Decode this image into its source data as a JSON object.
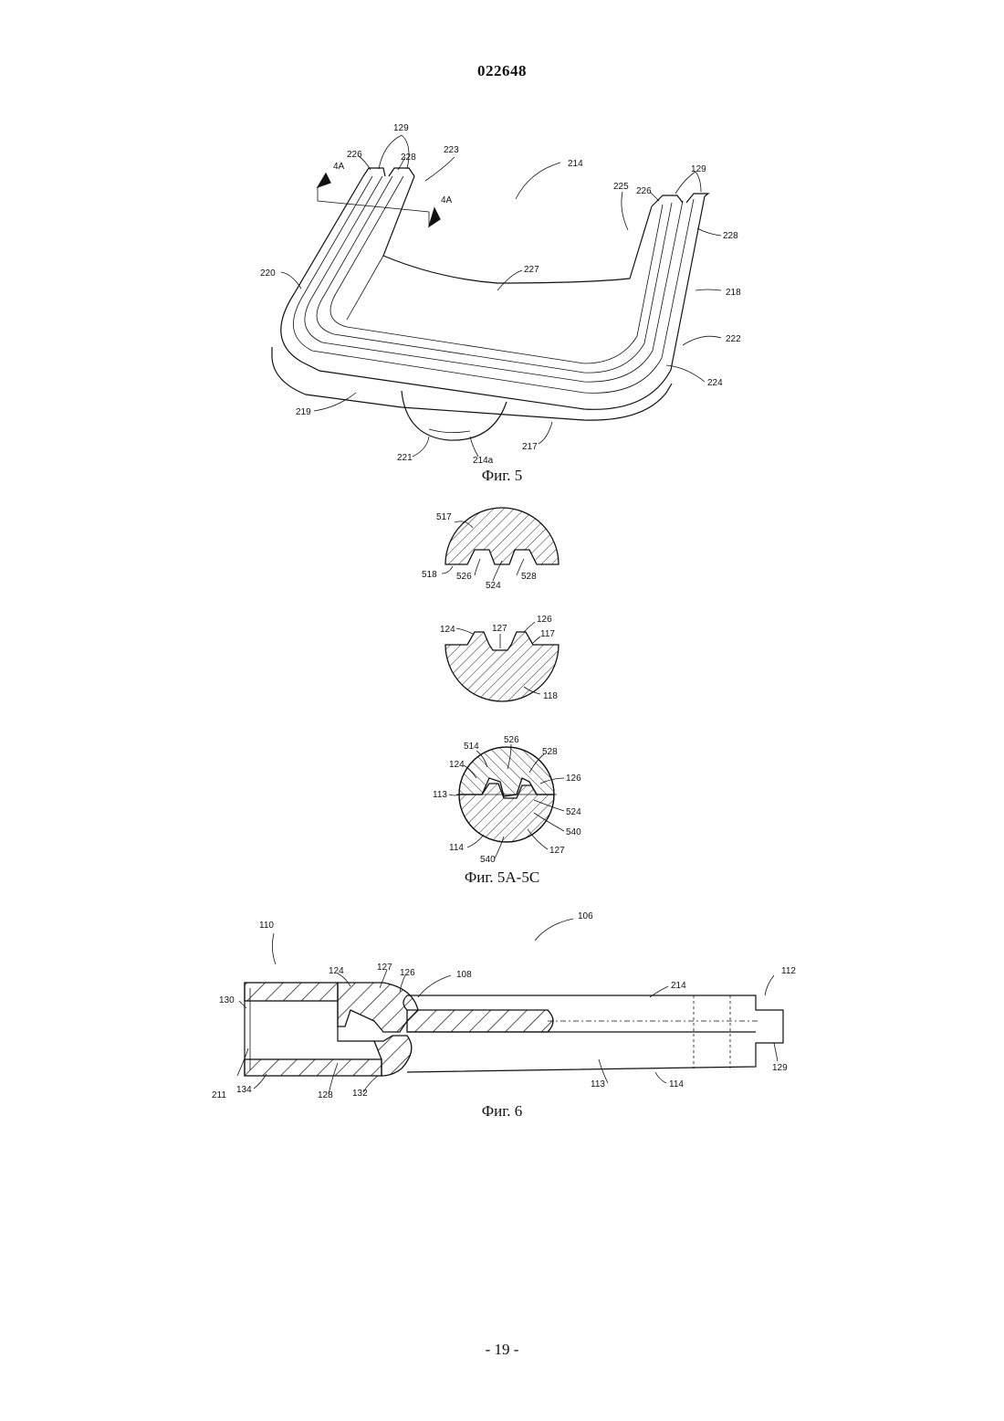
{
  "header": {
    "doc_number": "022648"
  },
  "figures": {
    "fig5": {
      "caption": "Фиг. 5",
      "labels": {
        "l129a": "129",
        "l226a": "226",
        "l228a": "228",
        "l223": "223",
        "l4a1": "4A",
        "l4a2": "4A",
        "l214": "214",
        "l225": "225",
        "l129b": "129",
        "l226b": "226",
        "l228b": "228",
        "l220": "220",
        "l227": "227",
        "l218": "218",
        "l222": "222",
        "l224": "224",
        "l219": "219",
        "l221": "221",
        "l214a": "214a",
        "l217": "217"
      }
    },
    "fig5a5c": {
      "caption": "Фиг. 5А-5С",
      "labels": {
        "l517": "517",
        "l518": "518",
        "l526a": "526",
        "l524a": "524",
        "l528a": "528",
        "l124a": "124",
        "l127a": "127",
        "l126a": "126",
        "l117": "117",
        "l118": "118",
        "l514": "514",
        "l526b": "526",
        "l528b": "528",
        "l124b": "124",
        "l126b": "126",
        "l113a": "113",
        "l524b": "524",
        "l540a": "540",
        "l114a": "114",
        "l540b": "540",
        "l127b": "127"
      }
    },
    "fig6": {
      "caption": "Фиг. 6",
      "labels": {
        "l110": "110",
        "l106": "106",
        "l124": "124",
        "l127": "127",
        "l126": "126",
        "l108": "108",
        "l214": "214",
        "l112": "112",
        "l130": "130",
        "l211": "211",
        "l134": "134",
        "l128": "128",
        "l132": "132",
        "l113": "113",
        "l114": "114",
        "l129": "129"
      }
    }
  },
  "footer": {
    "page_number": "- 19 -"
  }
}
